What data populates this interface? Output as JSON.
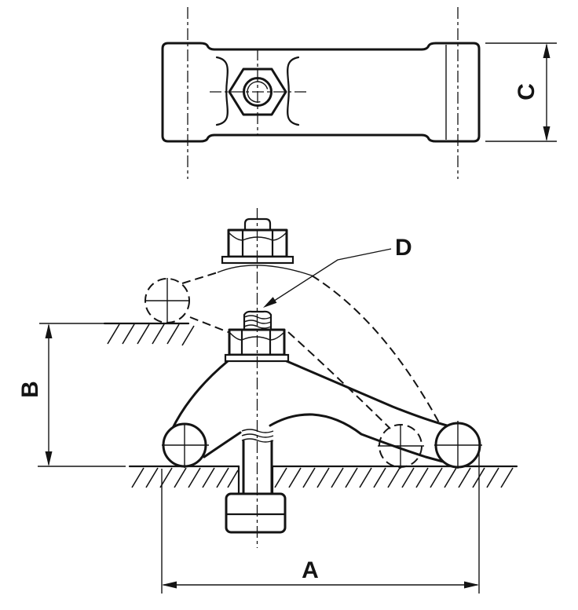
{
  "labels": {
    "dim_a": "A",
    "dim_b": "B",
    "dim_c": "C",
    "detail_d": "D"
  },
  "colors": {
    "line": "#141414",
    "background": "#ffffff"
  }
}
